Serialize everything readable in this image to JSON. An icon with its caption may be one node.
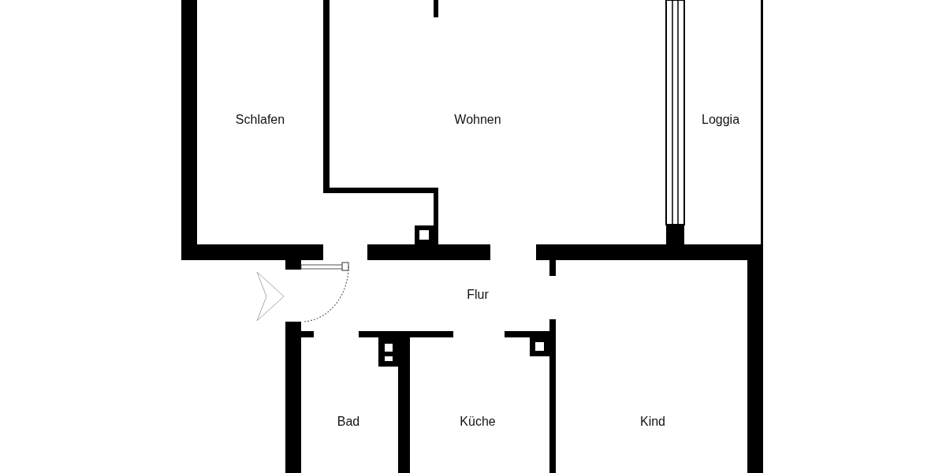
{
  "diagram": {
    "labels": [
      "Schlafen",
      "Wohnen",
      "Loggia",
      "Flur",
      "Bad",
      "Küche",
      "Kind"
    ]
  }
}
